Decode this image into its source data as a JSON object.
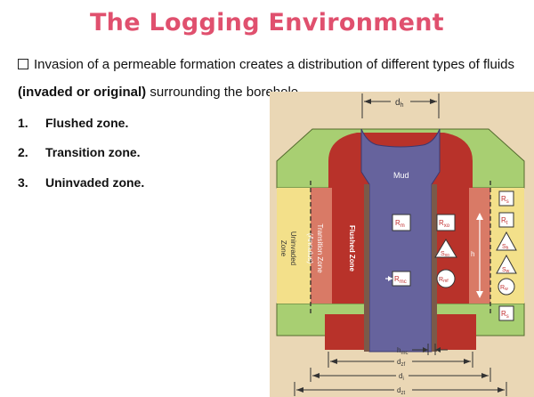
{
  "header": {
    "title": "The Logging Environment"
  },
  "intro": {
    "line1": "Invasion of a permeable formation creates a distribution of different types of fluids",
    "line2_bold": "(invaded or original)",
    "line2_rest": " surrounding the borehole."
  },
  "zones": [
    {
      "num": "1.",
      "label": "Flushed zone."
    },
    {
      "num": "2.",
      "label": "Transition zone."
    },
    {
      "num": "3.",
      "label": "Uninvaded zone."
    }
  ],
  "diagram": {
    "mud": "Mud",
    "uninvaded_line1": "Uninvaded",
    "uninvaded_line2": "Zone",
    "transition_line1": "Transition Zone",
    "transition_line2": "(Annulus)",
    "flushed": "Flushed Zone",
    "h": "h",
    "dh": "d",
    "dh_sub": "h",
    "rm": "R",
    "rm_sub": "m",
    "rmc": "R",
    "rmc_sub": "mc",
    "rxo": "R",
    "rxo_sub": "xo",
    "sxo": "S",
    "sxo_sub": "xo",
    "rmf": "R",
    "rmf_sub": "mf",
    "rs_top": "R",
    "rs_top_sub": "s",
    "rt": "R",
    "rt_sub": "t",
    "sh": "S",
    "sh_sub": "h",
    "sw": "S",
    "sw_sub": "w",
    "rw": "R",
    "rw_sub": "w",
    "rs_bottom": "R",
    "rs_bottom_sub": "s",
    "hmc": "h",
    "hmc_sub": "mc",
    "dzf": "d",
    "dzf_sub": "zf",
    "di": "d",
    "di_sub": "i",
    "dzt": "d",
    "dzt_sub": "zt"
  },
  "colors": {
    "title": "#e0506e",
    "shale": "#a8cf72",
    "uninvaded": "#f3e08a",
    "transition": "#d97a66",
    "flushed": "#b8322a",
    "mud": "#66639d",
    "background": "#ead7b5"
  }
}
